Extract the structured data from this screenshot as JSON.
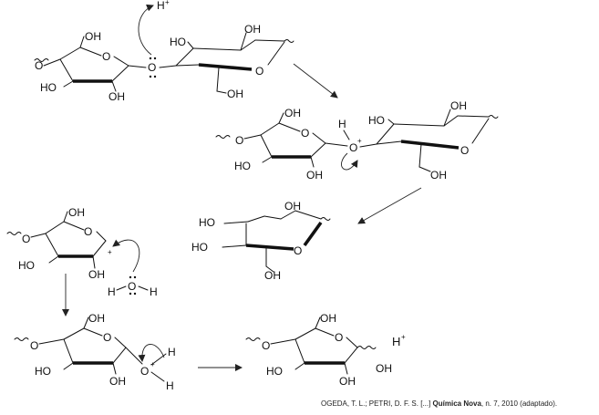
{
  "labels": {
    "oh": "OH",
    "ho": "HO",
    "o": "O",
    "h": "H",
    "plus": "+",
    "h_plus_base": "H",
    "h_plus_sign": "+"
  },
  "citation": {
    "prefix": "OGEDA, T. L.; PETRI, D. F. S. [...] ",
    "journal": "Química Nova",
    "suffix": ", n. 7, 2010 (adaptado)."
  }
}
